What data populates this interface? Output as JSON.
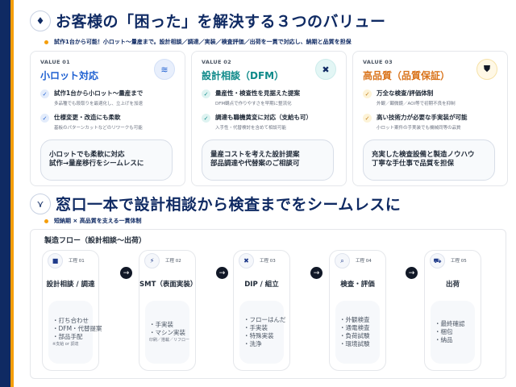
{
  "section1": {
    "icon": "gem-icon",
    "title": "お客様の「困った」を解決する３つのバリュー",
    "subtitle": "試作1台から可能！小ロット〜量産まで。設計相談／調達／実装／検査評価／出荷を一貫で対応し、納期と品質を担保"
  },
  "values": [
    {
      "label": "VALUE 01",
      "title": "小ロット対応",
      "accent": "#1d5fd1",
      "icon": "layers-icon",
      "items": [
        {
          "title": "試作1台から小ロット〜量産まで",
          "desc": "多品種でも段取りを最適化し、立上げを加速"
        },
        {
          "title": "仕様変更・改造にも柔軟",
          "desc": "基板のパターンカットなどのリワークも可能"
        }
      ],
      "summary": [
        "小ロットでも柔軟に対応",
        "試作→量産移行をシームレスに"
      ]
    },
    {
      "label": "VALUE 02",
      "title": "設計相談（DFM）",
      "accent": "#0f8a8a",
      "icon": "tools-icon",
      "items": [
        {
          "title": "量産性・検査性を見据えた提案",
          "desc": "DFM観点で作りやすさを早期に整流化"
        },
        {
          "title": "調達も職機黄変に対応（支給も可）",
          "desc": "入手性・代替検討を含めて相談可能"
        }
      ],
      "summary": [
        "量産コストを考えた設計提案",
        "部品調達や代替案のご相談可"
      ]
    },
    {
      "label": "VALUE 03",
      "title": "高品質（品質保証）",
      "accent": "#d9731a",
      "icon": "shield-icon",
      "items": [
        {
          "title": "万全な検査/評価体制",
          "desc": "外観／顕微鏡／AOI等で初期不良を抑制"
        },
        {
          "title": "高い技術力が必要な手実装が可能",
          "desc": "小ロット案件の手実装でも機械同等の品質"
        }
      ],
      "summary": [
        "充実した検査設備と製造ノウハウ",
        "丁寧な手仕事で品質を担保"
      ]
    }
  ],
  "section2": {
    "icon": "network-icon",
    "title": "窓口一本で設計相談から検査までをシームレスに",
    "subtitle": "短納期 × 高品質を支える一貫体制"
  },
  "flow": {
    "title": "製造フロー（設計相談〜出荷）",
    "steps": [
      {
        "no": "工程 01",
        "name": "設計相談 / 調達",
        "icon": "robot-icon",
        "items": [
          "・打ち合わせ",
          "・DFM・代替提案",
          "・部品手配"
        ],
        "note": "※支給 or 調達"
      },
      {
        "no": "工程 02",
        "name": "SMT（表面実装）",
        "icon": "plug-icon",
        "items": [
          "・手実装",
          "・マシン実装"
        ],
        "note": "印刷／搭載／リフロー"
      },
      {
        "no": "工程 03",
        "name": "DIP / 組立",
        "icon": "tools-icon",
        "items": [
          "・フローはんだ",
          "・手実装",
          "・特殊実装",
          "・洗浄"
        ],
        "note": ""
      },
      {
        "no": "工程 04",
        "name": "検査・評価",
        "icon": "search-icon",
        "items": [
          "・外観検査",
          "・通電検査",
          "・負荷試験",
          "・環境試験"
        ],
        "note": ""
      },
      {
        "no": "工程 05",
        "name": "出荷",
        "icon": "truck-icon",
        "items": [
          "・最終確認",
          "・梱包",
          "・納品"
        ],
        "note": ""
      }
    ]
  }
}
